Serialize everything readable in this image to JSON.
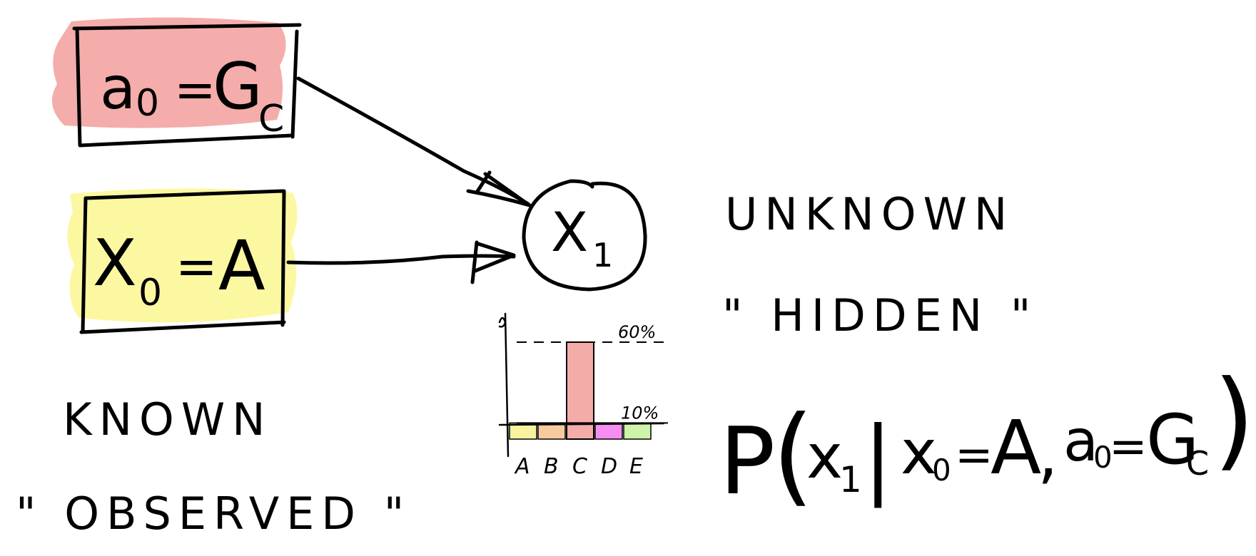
{
  "colors": {
    "ink": "#000000",
    "observed_action_fill": "#f08a86",
    "observed_state_fill": "#fbf57a",
    "bar_a": "#f6f08e",
    "bar_b": "#f5c28c",
    "bar_c": "#f29d9a",
    "bar_d": "#f57af0",
    "bar_e": "#c6f29a"
  },
  "diagram": {
    "action_node": {
      "var": "a",
      "sub": "0",
      "eq": "=",
      "value": "G",
      "value_sub": "C"
    },
    "state_node": {
      "var": "X",
      "sub": "0",
      "eq": "=",
      "value": "A"
    },
    "hidden_node": {
      "var": "X",
      "sub": "1"
    },
    "known_label": "KNOWN",
    "observed_label": "\" OBSERVED \"",
    "unknown_label": "UNKNOWN",
    "hidden_label": "\" HIDDEN \"",
    "formula": {
      "p": "P",
      "open": "(",
      "x1": "x",
      "x1_sub": "1",
      "bar": "|",
      "x0": "x",
      "x0_sub": "0",
      "eq1": "=",
      "val1": "A",
      "comma": ",",
      "a0": "a",
      "a0_sub": "0",
      "eq2": "=",
      "val2": "G",
      "val2_sub": "C",
      "close": ")"
    }
  },
  "chart_data": {
    "type": "bar",
    "categories": [
      "A",
      "B",
      "C",
      "D",
      "E"
    ],
    "values": [
      10,
      10,
      60,
      10,
      10
    ],
    "reference_lines": [
      {
        "value": 60,
        "label": "60%"
      },
      {
        "value": 10,
        "label": "10%"
      }
    ],
    "ylim": [
      0,
      75
    ],
    "ylabel": "",
    "xlabel": "",
    "grid": false
  }
}
